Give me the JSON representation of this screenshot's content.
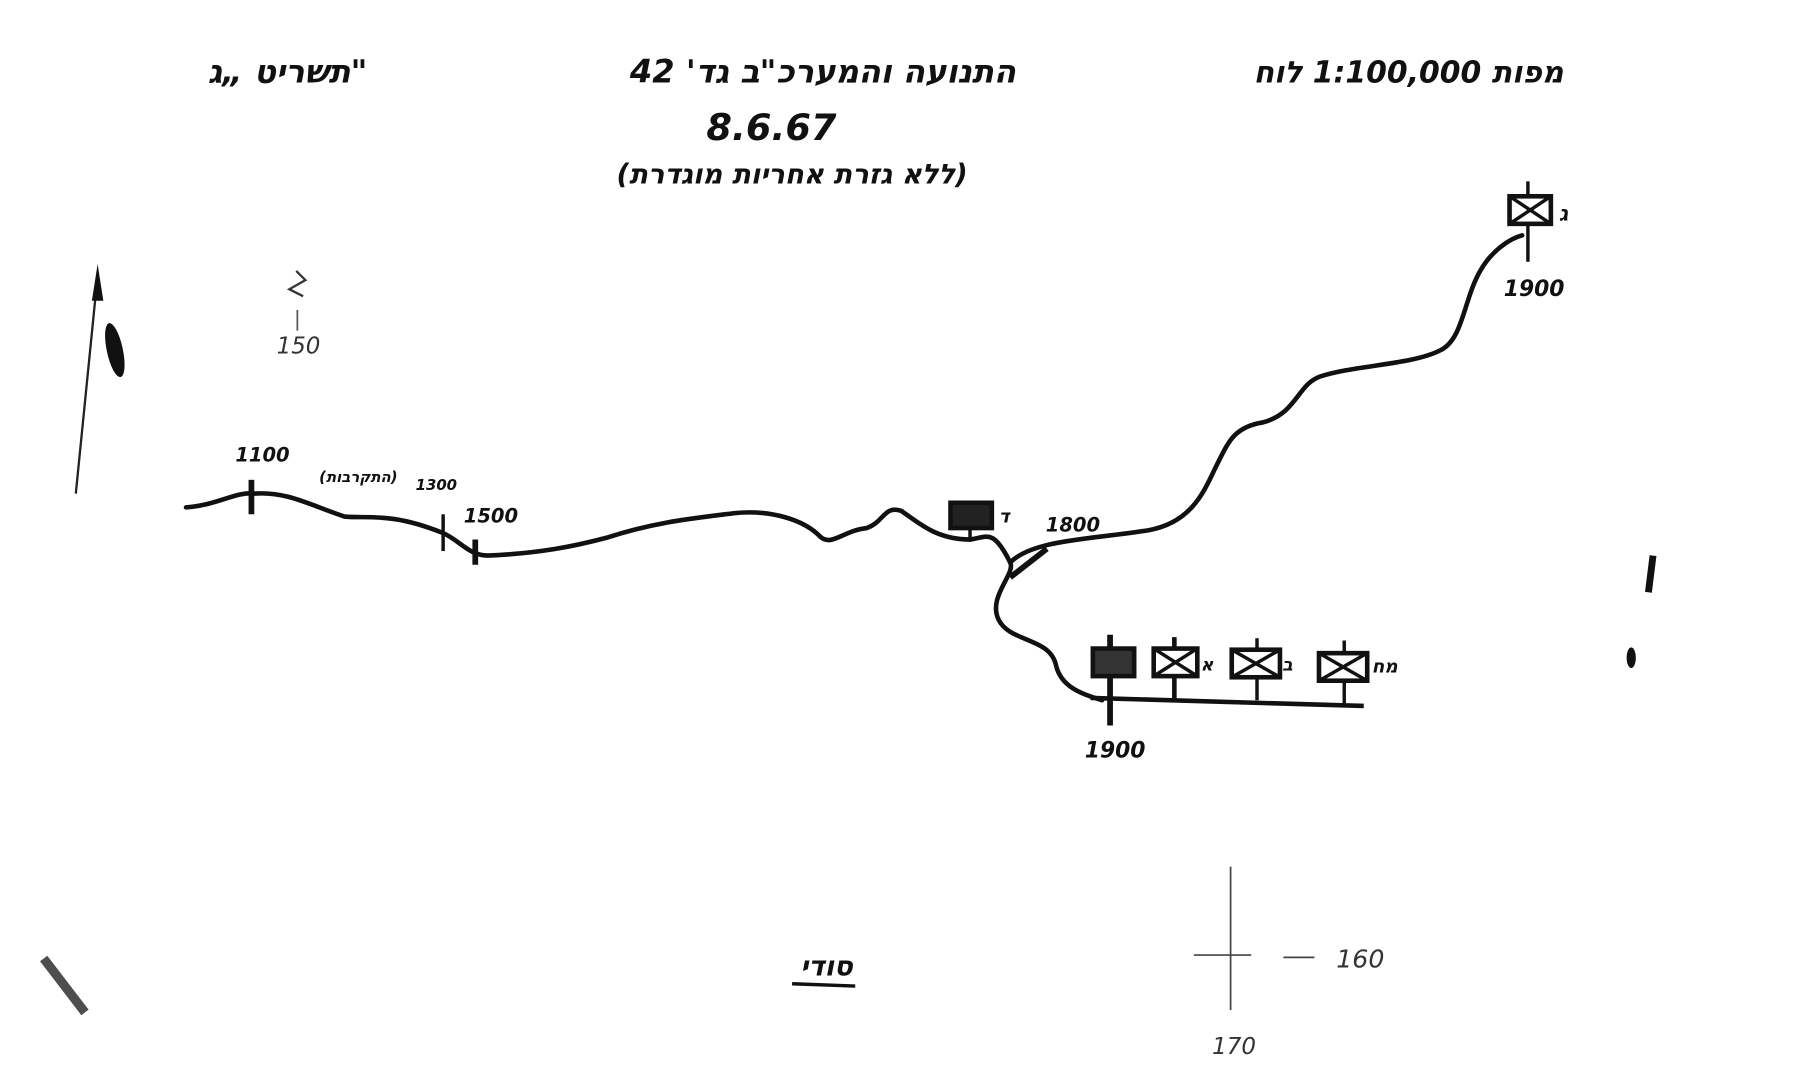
{
  "header": {
    "annex_label": "תשריט „ג\"",
    "title": "התנועה והמערכ\"ב גד' 42",
    "date": "8.6.67",
    "subtitle": "(ללא גזרת אחריות מוגדרת)",
    "scale_label": "מפות 1:100,000 לוח"
  },
  "route_times": {
    "t1": "1100",
    "t2": "1300",
    "t2_note": "(התקרבות)",
    "t3": "1500",
    "t4": "1800",
    "t5": "1900",
    "t6": "1900"
  },
  "units": {
    "top_right": "ג",
    "mid": "ד",
    "row": [
      "",
      "א",
      "ב",
      "מח"
    ]
  },
  "grid": {
    "g150": "150",
    "g160": "160",
    "g170": "170"
  },
  "classification": "סודי",
  "ink_color": "#111111"
}
